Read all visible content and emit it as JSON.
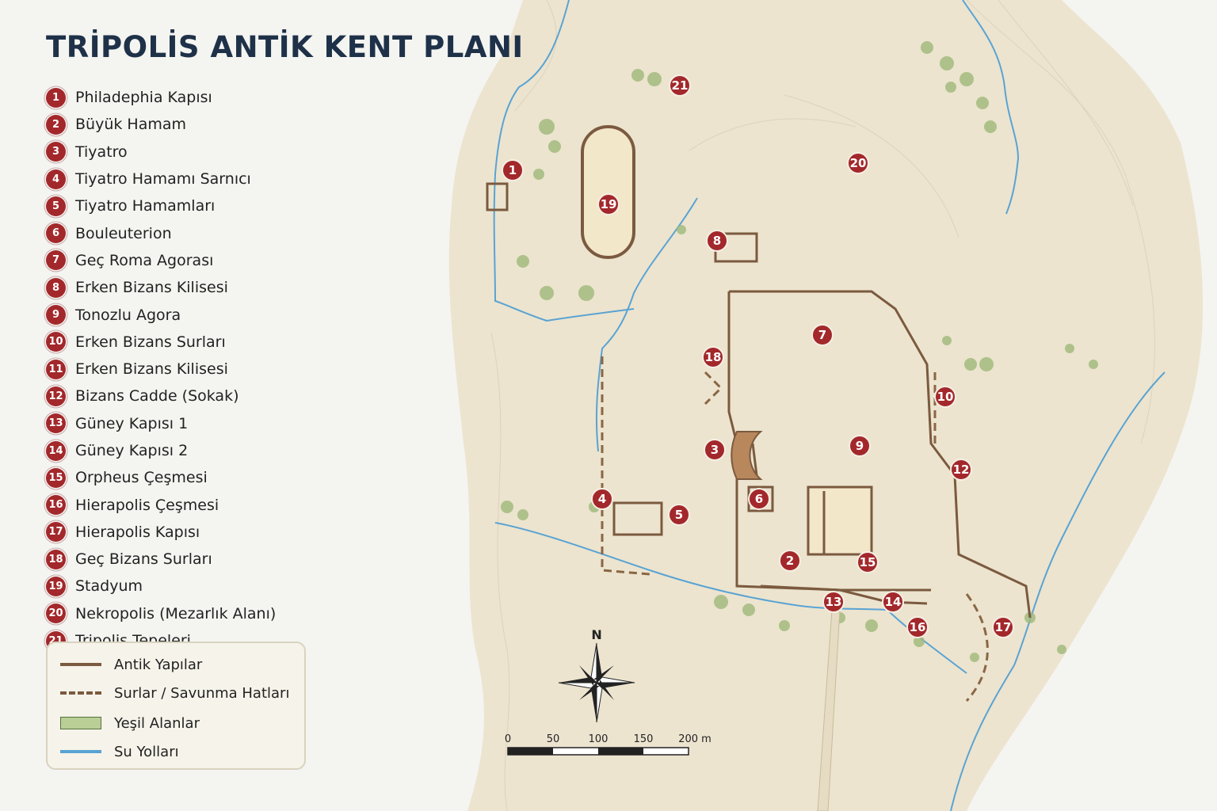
{
  "title": "TRİPOLİS ANTİK KENT PLANI",
  "points_of_interest": [
    {
      "num": "1",
      "label": "Philadephia Kapısı"
    },
    {
      "num": "2",
      "label": "Büyük Hamam"
    },
    {
      "num": "3",
      "label": "Tiyatro"
    },
    {
      "num": "4",
      "label": "Tiyatro Hamamı Sarnıcı"
    },
    {
      "num": "5",
      "label": "Tiyatro Hamamları"
    },
    {
      "num": "6",
      "label": "Bouleuterion"
    },
    {
      "num": "7",
      "label": "Geç Roma Agorası"
    },
    {
      "num": "8",
      "label": "Erken Bizans Kilisesi"
    },
    {
      "num": "9",
      "label": "Tonozlu Agora"
    },
    {
      "num": "10",
      "label": "Erken Bizans Surları"
    },
    {
      "num": "11",
      "label": "Erken Bizans Kilisesi"
    },
    {
      "num": "12",
      "label": "Bizans Cadde (Sokak)"
    },
    {
      "num": "13",
      "label": "Güney Kapısı 1"
    },
    {
      "num": "14",
      "label": "Güney Kapısı 2"
    },
    {
      "num": "15",
      "label": "Orpheus Çeşmesi"
    },
    {
      "num": "16",
      "label": "Hierapolis Çeşmesi"
    },
    {
      "num": "17",
      "label": "Hierapolis Kapısı"
    },
    {
      "num": "18",
      "label": "Geç Bizans Surları"
    },
    {
      "num": "19",
      "label": "Stadyum"
    },
    {
      "num": "20",
      "label": "Nekropolis (Mezarlık Alanı)"
    },
    {
      "num": "21",
      "label": "Tripolis Tepeleri"
    }
  ],
  "legend": {
    "ancient_structures": "Antik Yapılar",
    "walls": "Surlar / Savunma Hatları",
    "green_areas": "Yeşil Alanlar",
    "waterways": "Su Yolları"
  },
  "compass": {
    "north_label": "N"
  },
  "scale_bar": {
    "ticks": [
      "0",
      "50",
      "100",
      "150",
      "200 m"
    ]
  },
  "colors": {
    "marker": "#a3282b",
    "title": "#1e3148",
    "structure": "#7b5a3f",
    "water": "#5aa3d3",
    "green": "#b9cf96",
    "terrain": "#ece4cf"
  }
}
